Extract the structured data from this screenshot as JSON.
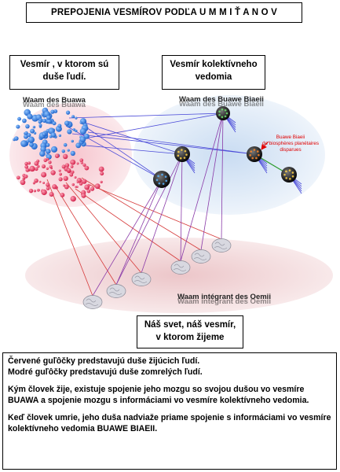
{
  "title": "PREPOJENIA VESMÍROV PODĽA  U M M I Ť A N O V",
  "box_buawa": {
    "line1": "Vesmír , v ktorom sú",
    "line2": "duše ľudí."
  },
  "box_kolektivne": {
    "line1": "Vesmír kolektívneho",
    "line2": "vedomia"
  },
  "label_buawa": "Waam des Buawa",
  "label_biaeii": "Waam des Buawe Biaeii",
  "label_oemii": "Waam intégrant des Oemii",
  "red_note": {
    "line1": "Buawe Biaeii",
    "line2": "de biosphères planétaires",
    "line3": "disparues"
  },
  "box_nas": {
    "line1": "Náš svet, náš vesmír,",
    "line2": "v ktorom žijeme"
  },
  "text": {
    "p1_line1": "Červené guľôčky predstavujú duše žijúcich ľudí.",
    "p1_line2": "Modré guľôčky predstavujú duše zomrelých ľudí.",
    "p2": "Kým človek žije, existuje spojenie jeho mozgu so svojou dušou vo vesmíre BUAWA a spojenie mozgu s informáciami vo vesmíre kolektívneho vedomia.",
    "p3": "Keď človek umrie, jeho duša nadviaže priame spojenie s informáciami vo vesmíre kolektívneho vedomia BUAWE BIAEII."
  },
  "colors": {
    "blue_dots": "#2a7bd9",
    "red_dots": "#e0305a",
    "link_blue": "#4a4ad8",
    "link_red": "#d63a3a",
    "link_purple": "#8a3aa8",
    "ellipse_pink": "#f5cfd6",
    "ellipse_blue": "#d6e4f4",
    "ellipse_bottom": "#f0d6d8",
    "red_note": "#e00000"
  }
}
